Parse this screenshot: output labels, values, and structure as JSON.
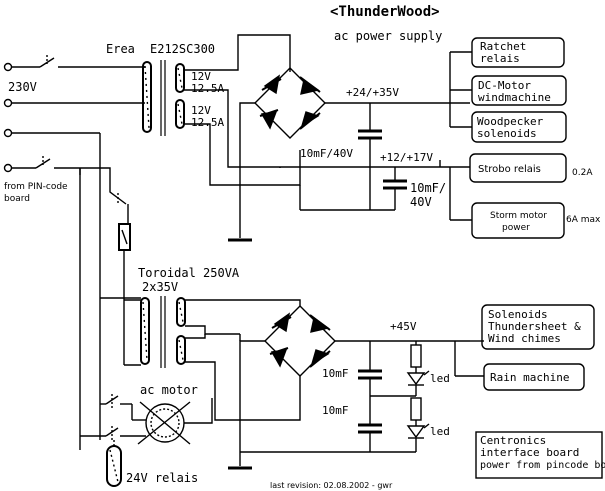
{
  "title": "<ThunderWood>",
  "subtitle": "ac power supply",
  "mains_label": "230V",
  "pin_input_label_1": "from PIN-code",
  "pin_input_label_2": "board",
  "transformer1": {
    "name": "Erea",
    "model": "E212SC300",
    "winding_a_v": "12V",
    "winding_a_a": "12.5A",
    "winding_b_v": "12V",
    "winding_b_a": "12.5A"
  },
  "transformer2": {
    "name": "Toroidal 250VA",
    "winding": "2x35V"
  },
  "rail_24_35": "+24/+35V",
  "rail_12_17": "+12/+17V",
  "rail_45": "+45V",
  "cap_1": "10mF/40V",
  "cap_2_line1": "10mF/",
  "cap_2_line2": "40V",
  "cap_3": "10mF",
  "cap_4": "10mF",
  "led_1": "led",
  "led_2": "led",
  "ac_motor": "ac motor",
  "relais_24v": "24V relais",
  "revision": "last revision: 02.08.2002 - gwr",
  "loads": {
    "ratchet_1": "Ratchet",
    "ratchet_2": "relais",
    "dcmotor_1": "DC-Motor",
    "dcmotor_2": "windmachine",
    "woodpecker_1": "Woodpecker",
    "woodpecker_2": "solenoids",
    "strobo": "Strobo relais",
    "strobo_current": "0.2A",
    "storm_1": "Storm motor",
    "storm_2": "power",
    "storm_current": "6A max",
    "solenoids_1": "Solenoids",
    "solenoids_2": "Thundersheet &",
    "solenoids_3": "Wind chimes",
    "rain": "Rain machine"
  },
  "note_1": "Centronics",
  "note_2": "interface board",
  "note_3": "power from pincode board"
}
